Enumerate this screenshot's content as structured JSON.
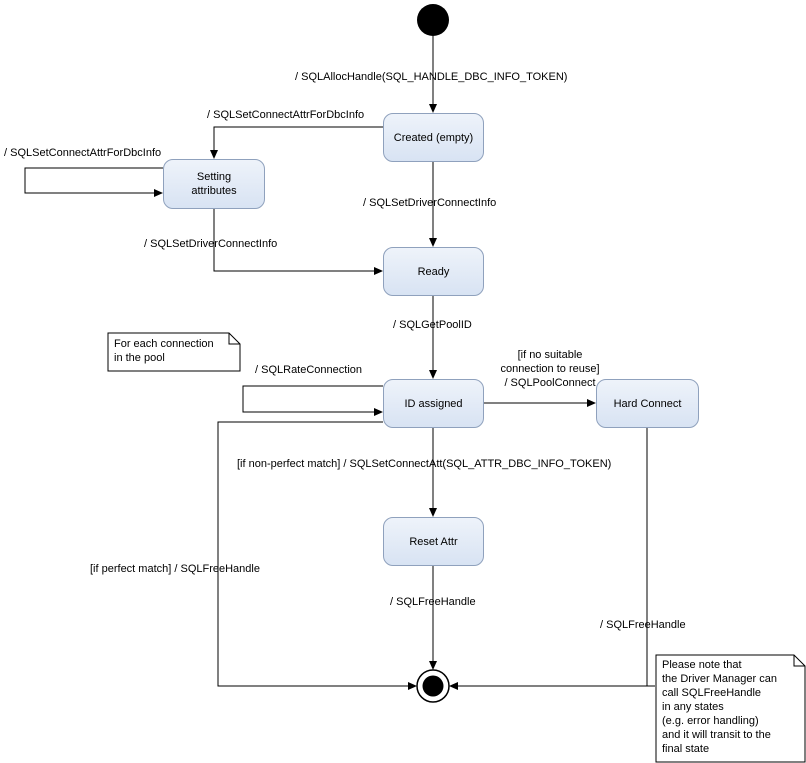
{
  "diagram": {
    "states": {
      "created": "Created (empty)",
      "setting_attributes": "Setting\nattributes",
      "ready": "Ready",
      "id_assigned": "ID assigned",
      "hard_connect": "Hard Connect",
      "reset_attr": "Reset Attr"
    },
    "labels": {
      "alloc_handle": "/ SQLAllocHandle(SQL_HANDLE_DBC_INFO_TOKEN)",
      "set_connect_attr_created_to_setting": "/ SQLSetConnectAttrForDbcInfo",
      "set_connect_attr_self_loop": "/ SQLSetConnectAttrForDbcInfo",
      "set_driver_connect_from_created": "/ SQLSetDriverConnectInfo",
      "set_driver_connect_from_setting": "/ SQLSetDriverConnectInfo",
      "get_pool_id": "/ SQLGetPoolID",
      "rate_connection": "/ SQLRateConnection",
      "pool_connect": "[if no suitable\nconnection to reuse]\n/ SQLPoolConnect",
      "non_perfect_match": "[if non-perfect match] / SQLSetConnectAtt(SQL_ATTR_DBC_INFO_TOKEN)",
      "perfect_match": "[if perfect match] / SQLFreeHandle",
      "free_handle_reset": "/ SQLFreeHandle",
      "free_handle_hard": "/ SQLFreeHandle"
    },
    "notes": {
      "pool_note": "For each connection\nin the pool",
      "final_note": "Please note that\nthe Driver Manager can\ncall SQLFreeHandle\nin any states\n(e.g. error handling)\nand it will transit to the\nfinal state"
    },
    "colors": {
      "line": "#000000",
      "state_fill": "#d8e3f3",
      "state_border": "#8fa1bd",
      "note_fill": "#ffffff"
    }
  }
}
